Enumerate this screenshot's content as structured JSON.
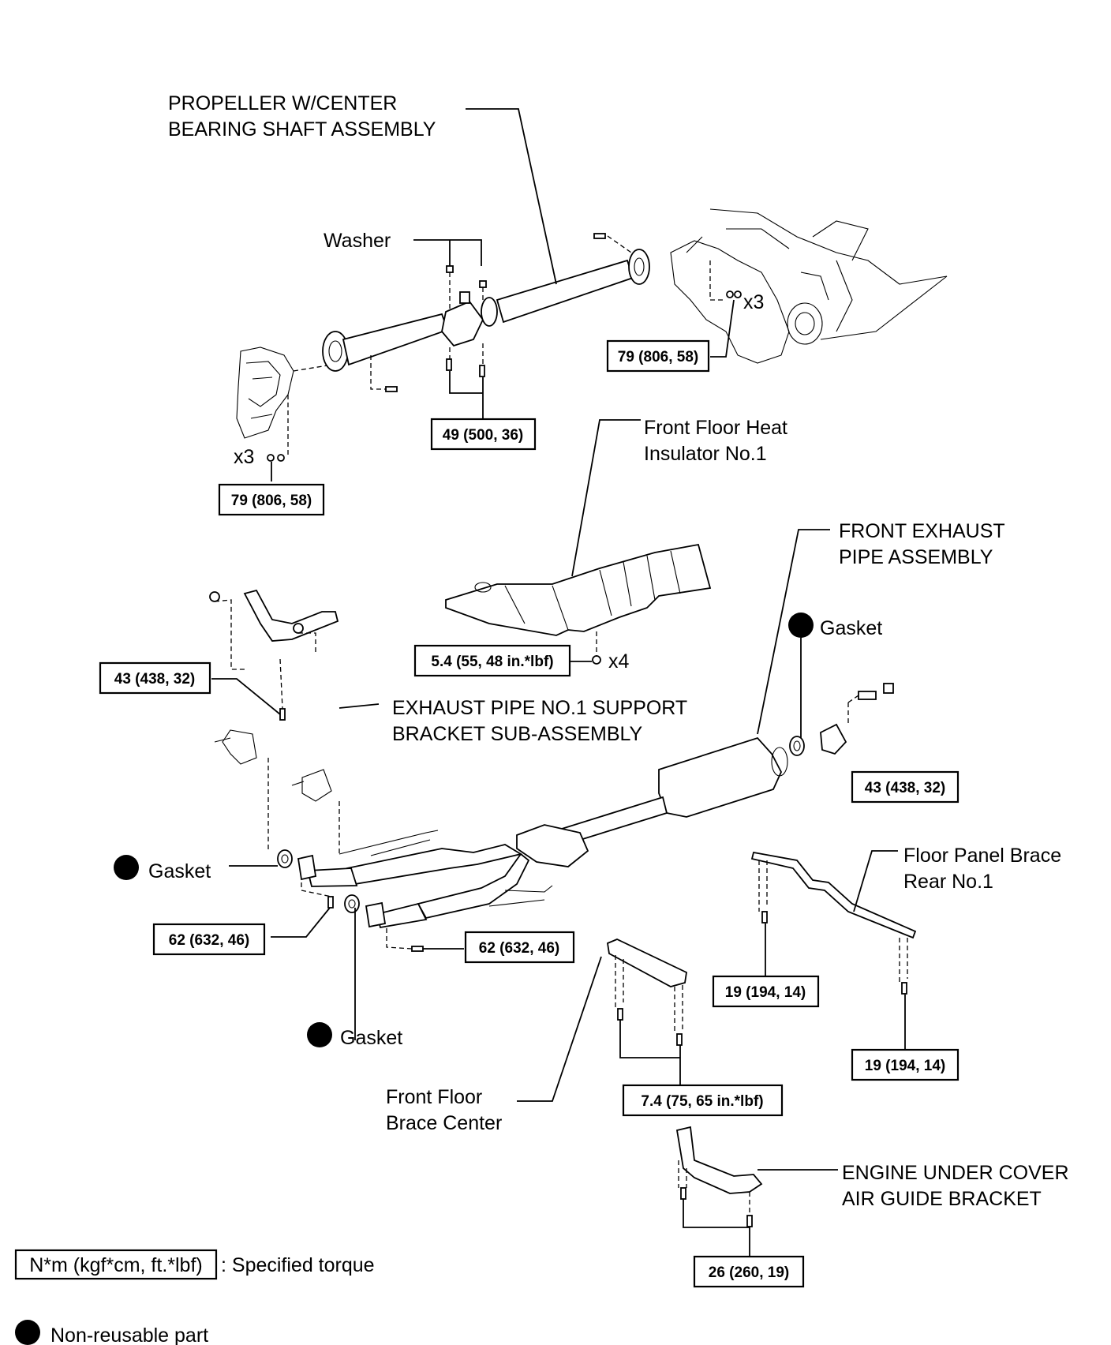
{
  "labels": {
    "propeller_line1": "PROPELLER W/CENTER",
    "propeller_line2": "BEARING SHAFT ASSEMBLY",
    "washer": "Washer",
    "x3_rear": "x3",
    "x3_front": "x3",
    "heat_insulator_line1": "Front Floor Heat",
    "heat_insulator_line2": "Insulator No.1",
    "front_exhaust_line1": "FRONT EXHAUST",
    "front_exhaust_line2": "PIPE ASSEMBLY",
    "gasket_top": "Gasket",
    "x4": "x4",
    "support_bracket_line1": "EXHAUST PIPE NO.1 SUPPORT",
    "support_bracket_line2": "BRACKET SUB-ASSEMBLY",
    "gasket_left": "Gasket",
    "gasket_bottom": "Gasket",
    "floor_panel_brace_line1": "Floor Panel Brace",
    "floor_panel_brace_line2": "Rear No.1",
    "front_floor_brace_line1": "Front Floor",
    "front_floor_brace_line2": "Brace Center",
    "engine_under_cover_line1": "ENGINE UNDER COVER",
    "engine_under_cover_line2": "AIR GUIDE BRACKET"
  },
  "torques": {
    "t79_rear": "79 (806, 58)",
    "t49": "49 (500, 36)",
    "t79_front": "79 (806, 58)",
    "t5_4": "5.4 (55, 48 in.*lbf)",
    "t43_left": "43 (438, 32)",
    "t43_right": "43 (438, 32)",
    "t62_left": "62 (632, 46)",
    "t62_right": "62 (632, 46)",
    "t19_left": "19 (194, 14)",
    "t19_right": "19 (194, 14)",
    "t7_4": "7.4 (75, 65 in.*lbf)",
    "t26": "26 (260, 19)"
  },
  "legend": {
    "torque_unit": "N*m (kgf*cm, ft.*lbf)",
    "torque_desc": ": Specified torque",
    "nonreusable": "Non-reusable part"
  }
}
